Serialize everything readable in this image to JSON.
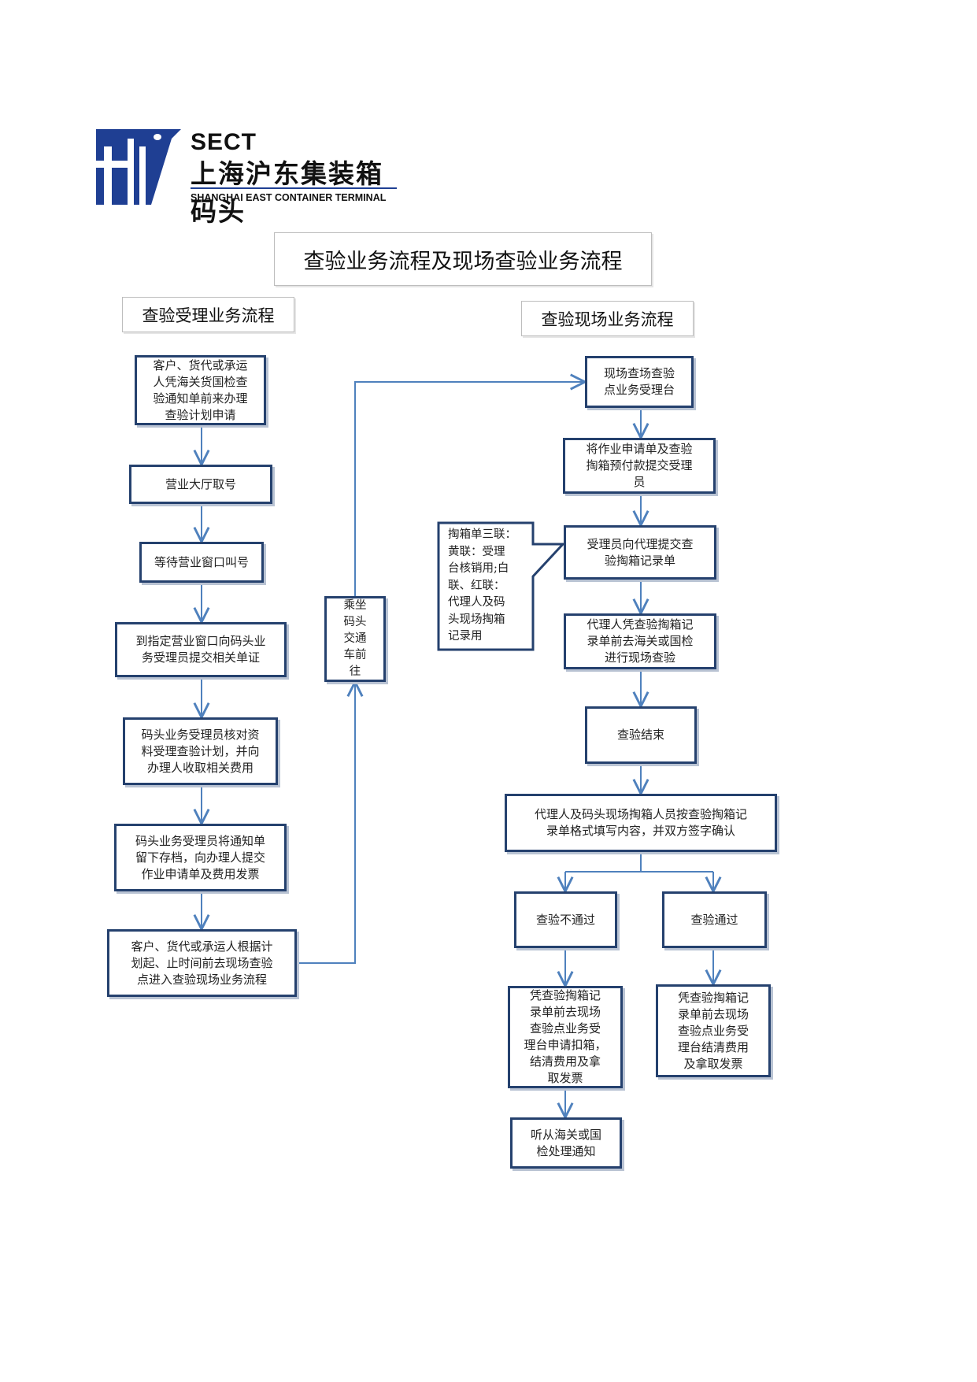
{
  "logo": {
    "abbr": "SECT",
    "name_cn": "上海沪东集装箱码头",
    "name_en": "SHANGHAI EAST CONTAINER TERMINAL",
    "brand_color": "#1f3f93"
  },
  "title": "查验业务流程及现场查验业务流程",
  "sections": {
    "left_title": "查验受理业务流程",
    "right_title": "查验现场业务流程"
  },
  "left_flow": [
    "客户、货代或承运\n人凭海关货国检查\n验通知单前来办理\n查验计划申请",
    "营业大厅取号",
    "等待营业窗口叫号",
    "到指定营业窗口向码头业\n务受理员提交相关单证",
    "码头业务受理员核对资\n料受理查验计划，并向\n办理人收取相关费用",
    "码头业务受理员将通知单\n留下存档，向办理人提交\n作业申请单及费用发票",
    "客户、货代或承运人根据计\n划起、止时间前去现场查验\n点进入查验现场业务流程"
  ],
  "shuttle": "乘坐\n码头\n交通\n车前\n往",
  "note": "掏箱单三联：\n黄联：受理\n台核销用;白\n联、红联：\n代理人及码\n头现场掏箱\n记录用",
  "right_flow": [
    "现场查场查验\n点业务受理台",
    "将作业申请单及查验\n掏箱预付款提交受理\n员",
    "受理员向代理提交查\n验掏箱记录单",
    "代理人凭查验掏箱记\n录单前去海关或国检\n进行现场查验",
    "查验结束",
    "代理人及码头现场掏箱人员按查验掏箱记\n录单格式填写内容，并双方签字确认"
  ],
  "branches": {
    "fail": "查验不通过",
    "pass": "查验通过",
    "fail_step": "凭查验掏箱记\n录单前去现场\n查验点业务受\n理台申请扣箱，\n结清费用及拿\n取发票",
    "pass_step": "凭查验掏箱记\n录单前去现场\n查验点业务受\n理台结清费用\n及拿取发票",
    "fail_final": "听从海关或国\n检处理通知"
  },
  "colors": {
    "node_border": "#25416e",
    "arrow": "#4f81bd"
  }
}
